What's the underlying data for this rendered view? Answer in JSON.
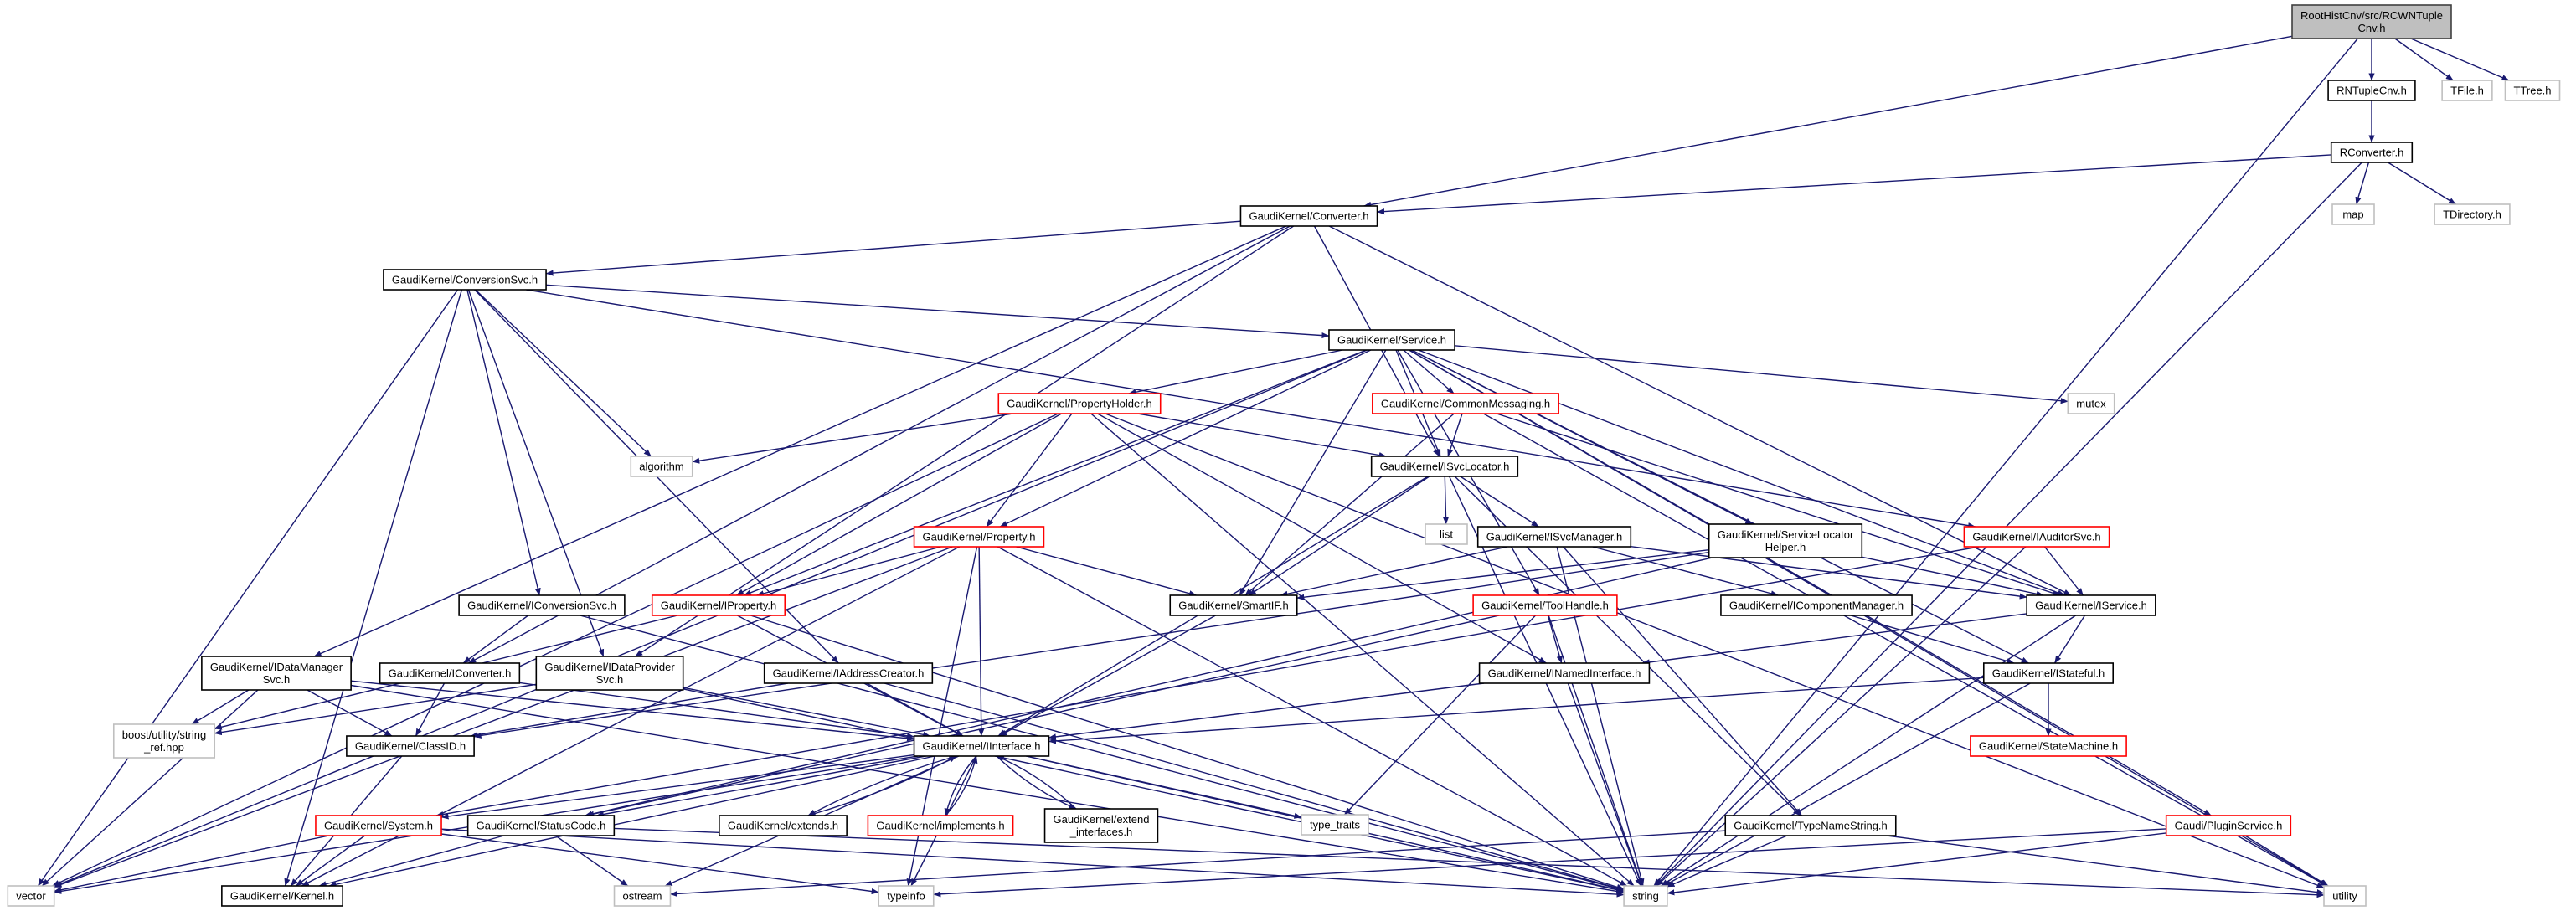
{
  "colors": {
    "edge": "#191970",
    "normal": "#000000",
    "external": "#bfbfbf",
    "incomplete": "#ff0000",
    "root_fill": "#bfbfbf"
  },
  "nodes": {
    "root": {
      "lines": [
        "RootHistCnv/src/RCWNTuple",
        "Cnv.h"
      ],
      "style": "root"
    },
    "rntuplecnv": {
      "lines": [
        "RNTupleCnv.h"
      ],
      "style": "normal"
    },
    "tfile": {
      "lines": [
        "TFile.h"
      ],
      "style": "external"
    },
    "ttree": {
      "lines": [
        "TTree.h"
      ],
      "style": "external"
    },
    "rconverter": {
      "lines": [
        "RConverter.h"
      ],
      "style": "normal"
    },
    "map": {
      "lines": [
        "map"
      ],
      "style": "external"
    },
    "tdirectory": {
      "lines": [
        "TDirectory.h"
      ],
      "style": "external"
    },
    "converter": {
      "lines": [
        "GaudiKernel/Converter.h"
      ],
      "style": "normal"
    },
    "conversionsvc": {
      "lines": [
        "GaudiKernel/ConversionSvc.h"
      ],
      "style": "normal"
    },
    "service": {
      "lines": [
        "GaudiKernel/Service.h"
      ],
      "style": "normal"
    },
    "propertyholder": {
      "lines": [
        "GaudiKernel/PropertyHolder.h"
      ],
      "style": "incomplete"
    },
    "commonmessaging": {
      "lines": [
        "GaudiKernel/CommonMessaging.h"
      ],
      "style": "incomplete"
    },
    "mutex": {
      "lines": [
        "mutex"
      ],
      "style": "external"
    },
    "algorithm": {
      "lines": [
        "algorithm"
      ],
      "style": "external"
    },
    "isvclocator": {
      "lines": [
        "GaudiKernel/ISvcLocator.h"
      ],
      "style": "normal"
    },
    "list": {
      "lines": [
        "list"
      ],
      "style": "external"
    },
    "property": {
      "lines": [
        "GaudiKernel/Property.h"
      ],
      "style": "incomplete"
    },
    "isvcmanager": {
      "lines": [
        "GaudiKernel/ISvcManager.h"
      ],
      "style": "normal"
    },
    "servicelocatorhelper": {
      "lines": [
        "GaudiKernel/ServiceLocator",
        "Helper.h"
      ],
      "style": "normal"
    },
    "iauditorsvc": {
      "lines": [
        "GaudiKernel/IAuditorSvc.h"
      ],
      "style": "incomplete"
    },
    "iconversionsvc": {
      "lines": [
        "GaudiKernel/IConversionSvc.h"
      ],
      "style": "normal"
    },
    "iproperty": {
      "lines": [
        "GaudiKernel/IProperty.h"
      ],
      "style": "incomplete"
    },
    "smartif": {
      "lines": [
        "GaudiKernel/SmartIF.h"
      ],
      "style": "normal"
    },
    "toolhandle": {
      "lines": [
        "GaudiKernel/ToolHandle.h"
      ],
      "style": "incomplete"
    },
    "icomponentmanager": {
      "lines": [
        "GaudiKernel/IComponentManager.h"
      ],
      "style": "normal"
    },
    "iservice": {
      "lines": [
        "GaudiKernel/IService.h"
      ],
      "style": "normal"
    },
    "idatamanagersvc": {
      "lines": [
        "GaudiKernel/IDataManager",
        "Svc.h"
      ],
      "style": "normal"
    },
    "iconverter": {
      "lines": [
        "GaudiKernel/IConverter.h"
      ],
      "style": "normal"
    },
    "idataprovidersvc": {
      "lines": [
        "GaudiKernel/IDataProvider",
        "Svc.h"
      ],
      "style": "normal"
    },
    "iaddresscreator": {
      "lines": [
        "GaudiKernel/IAddressCreator.h"
      ],
      "style": "normal"
    },
    "inamedinterface": {
      "lines": [
        "GaudiKernel/INamedInterface.h"
      ],
      "style": "normal"
    },
    "istateful": {
      "lines": [
        "GaudiKernel/IStateful.h"
      ],
      "style": "normal"
    },
    "boostref": {
      "lines": [
        "boost/utility/string",
        "_ref.hpp"
      ],
      "style": "external"
    },
    "classid": {
      "lines": [
        "GaudiKernel/ClassID.h"
      ],
      "style": "normal"
    },
    "iinterface": {
      "lines": [
        "GaudiKernel/IInterface.h"
      ],
      "style": "normal"
    },
    "statemachine": {
      "lines": [
        "GaudiKernel/StateMachine.h"
      ],
      "style": "incomplete"
    },
    "system": {
      "lines": [
        "GaudiKernel/System.h"
      ],
      "style": "incomplete"
    },
    "statuscode": {
      "lines": [
        "GaudiKernel/StatusCode.h"
      ],
      "style": "normal"
    },
    "extends": {
      "lines": [
        "GaudiKernel/extends.h"
      ],
      "style": "normal"
    },
    "implements": {
      "lines": [
        "GaudiKernel/implements.h"
      ],
      "style": "incomplete"
    },
    "extendinterfaces": {
      "lines": [
        "GaudiKernel/extend",
        "_interfaces.h"
      ],
      "style": "normal"
    },
    "typetraits": {
      "lines": [
        "type_traits"
      ],
      "style": "external"
    },
    "typenamestring": {
      "lines": [
        "GaudiKernel/TypeNameString.h"
      ],
      "style": "normal"
    },
    "pluginservice": {
      "lines": [
        "Gaudi/PluginService.h"
      ],
      "style": "incomplete"
    },
    "vector": {
      "lines": [
        "vector"
      ],
      "style": "external"
    },
    "kernel": {
      "lines": [
        "GaudiKernel/Kernel.h"
      ],
      "style": "normal"
    },
    "ostream": {
      "lines": [
        "ostream"
      ],
      "style": "external"
    },
    "typeinfo": {
      "lines": [
        "typeinfo"
      ],
      "style": "external"
    },
    "string": {
      "lines": [
        "string"
      ],
      "style": "external"
    },
    "utility": {
      "lines": [
        "utility"
      ],
      "style": "external"
    }
  },
  "edges": [
    [
      "root",
      "rntuplecnv"
    ],
    [
      "root",
      "tfile"
    ],
    [
      "root",
      "ttree"
    ],
    [
      "root",
      "converter"
    ],
    [
      "root",
      "string"
    ],
    [
      "rntuplecnv",
      "rconverter"
    ],
    [
      "rconverter",
      "converter"
    ],
    [
      "rconverter",
      "map"
    ],
    [
      "rconverter",
      "tdirectory"
    ],
    [
      "rconverter",
      "string"
    ],
    [
      "converter",
      "conversionsvc"
    ],
    [
      "converter",
      "iservice"
    ],
    [
      "converter",
      "isvclocator"
    ],
    [
      "converter",
      "idatamanagersvc"
    ],
    [
      "converter",
      "iconverter"
    ],
    [
      "converter",
      "idataprovidersvc"
    ],
    [
      "conversionsvc",
      "service"
    ],
    [
      "conversionsvc",
      "algorithm"
    ],
    [
      "conversionsvc",
      "iconversionsvc"
    ],
    [
      "conversionsvc",
      "iaddresscreator"
    ],
    [
      "conversionsvc",
      "idataprovidersvc"
    ],
    [
      "conversionsvc",
      "vector"
    ],
    [
      "conversionsvc",
      "kernel"
    ],
    [
      "conversionsvc",
      "iauditorsvc"
    ],
    [
      "service",
      "propertyholder"
    ],
    [
      "service",
      "commonmessaging"
    ],
    [
      "service",
      "mutex"
    ],
    [
      "service",
      "isvclocator"
    ],
    [
      "service",
      "smartif"
    ],
    [
      "service",
      "property"
    ],
    [
      "service",
      "iproperty"
    ],
    [
      "service",
      "servicelocatorhelper"
    ],
    [
      "service",
      "toolhandle"
    ],
    [
      "service",
      "istateful"
    ],
    [
      "service",
      "iservice"
    ],
    [
      "service",
      "pluginservice"
    ],
    [
      "service",
      "utility"
    ],
    [
      "service",
      "vector"
    ],
    [
      "propertyholder",
      "algorithm"
    ],
    [
      "propertyholder",
      "isvclocator"
    ],
    [
      "propertyholder",
      "property"
    ],
    [
      "propertyholder",
      "iproperty"
    ],
    [
      "propertyholder",
      "inamedinterface"
    ],
    [
      "propertyholder",
      "string"
    ],
    [
      "propertyholder",
      "vector"
    ],
    [
      "propertyholder",
      "utility"
    ],
    [
      "commonmessaging",
      "isvclocator"
    ],
    [
      "commonmessaging",
      "smartif"
    ],
    [
      "commonmessaging",
      "iservice"
    ],
    [
      "commonmessaging",
      "utility"
    ],
    [
      "isvclocator",
      "list"
    ],
    [
      "isvclocator",
      "isvcmanager"
    ],
    [
      "isvclocator",
      "smartif"
    ],
    [
      "isvclocator",
      "iinterface"
    ],
    [
      "isvclocator",
      "string"
    ],
    [
      "isvclocator",
      "typenamestring"
    ],
    [
      "isvcmanager",
      "smartif"
    ],
    [
      "isvcmanager",
      "icomponentmanager"
    ],
    [
      "isvcmanager",
      "iservice"
    ],
    [
      "isvcmanager",
      "string"
    ],
    [
      "isvcmanager",
      "typenamestring"
    ],
    [
      "servicelocatorhelper",
      "smartif"
    ],
    [
      "servicelocatorhelper",
      "iservice"
    ],
    [
      "servicelocatorhelper",
      "statuscode"
    ],
    [
      "servicelocatorhelper",
      "classid"
    ],
    [
      "iauditorsvc",
      "iservice"
    ],
    [
      "iauditorsvc",
      "string"
    ],
    [
      "iauditorsvc",
      "system"
    ],
    [
      "property",
      "iproperty"
    ],
    [
      "property",
      "smartif"
    ],
    [
      "property",
      "iinterface"
    ],
    [
      "property",
      "kernel"
    ],
    [
      "property",
      "typeinfo"
    ],
    [
      "property",
      "string"
    ],
    [
      "property",
      "vector"
    ],
    [
      "iconversionsvc",
      "iconverter"
    ],
    [
      "iconversionsvc",
      "string"
    ],
    [
      "iproperty",
      "iinterface"
    ],
    [
      "iproperty",
      "boostref"
    ],
    [
      "iproperty",
      "string"
    ],
    [
      "smartif",
      "iinterface"
    ],
    [
      "toolhandle",
      "inamedinterface"
    ],
    [
      "toolhandle",
      "typetraits"
    ],
    [
      "toolhandle",
      "string"
    ],
    [
      "toolhandle",
      "statuscode"
    ],
    [
      "icomponentmanager",
      "istateful"
    ],
    [
      "iservice",
      "inamedinterface"
    ],
    [
      "iservice",
      "istateful"
    ],
    [
      "iservice",
      "string"
    ],
    [
      "idatamanagersvc",
      "boostref"
    ],
    [
      "idatamanagersvc",
      "classid"
    ],
    [
      "idatamanagersvc",
      "iinterface"
    ],
    [
      "idatamanagersvc",
      "string"
    ],
    [
      "idatamanagersvc",
      "vector"
    ],
    [
      "iconverter",
      "classid"
    ],
    [
      "iconverter",
      "iinterface"
    ],
    [
      "idataprovidersvc",
      "boostref"
    ],
    [
      "idataprovidersvc",
      "iinterface"
    ],
    [
      "idataprovidersvc",
      "string"
    ],
    [
      "iaddresscreator",
      "classid"
    ],
    [
      "iaddresscreator",
      "iinterface"
    ],
    [
      "iaddresscreator",
      "string"
    ],
    [
      "inamedinterface",
      "iinterface"
    ],
    [
      "inamedinterface",
      "string"
    ],
    [
      "istateful",
      "iinterface"
    ],
    [
      "istateful",
      "statemachine"
    ],
    [
      "istateful",
      "string"
    ],
    [
      "classid",
      "kernel"
    ],
    [
      "iinterface",
      "system"
    ],
    [
      "iinterface",
      "statuscode"
    ],
    [
      "iinterface",
      "extends"
    ],
    [
      "iinterface",
      "implements"
    ],
    [
      "iinterface",
      "extendinterfaces"
    ],
    [
      "iinterface",
      "typetraits"
    ],
    [
      "iinterface",
      "ostream"
    ],
    [
      "iinterface",
      "typeinfo"
    ],
    [
      "iinterface",
      "string"
    ],
    [
      "iinterface",
      "kernel"
    ],
    [
      "iinterface",
      "vector"
    ],
    [
      "extends",
      "iinterface"
    ],
    [
      "implements",
      "iinterface"
    ],
    [
      "extendinterfaces",
      "iinterface"
    ],
    [
      "system",
      "kernel"
    ],
    [
      "system",
      "typeinfo"
    ],
    [
      "system",
      "string"
    ],
    [
      "system",
      "vector"
    ],
    [
      "statuscode",
      "kernel"
    ],
    [
      "statuscode",
      "ostream"
    ],
    [
      "statuscode",
      "utility"
    ],
    [
      "typenamestring",
      "string"
    ],
    [
      "typenamestring",
      "ostream"
    ],
    [
      "typenamestring",
      "utility"
    ],
    [
      "pluginservice",
      "string"
    ],
    [
      "pluginservice",
      "typeinfo"
    ],
    [
      "pluginservice",
      "utility"
    ]
  ]
}
